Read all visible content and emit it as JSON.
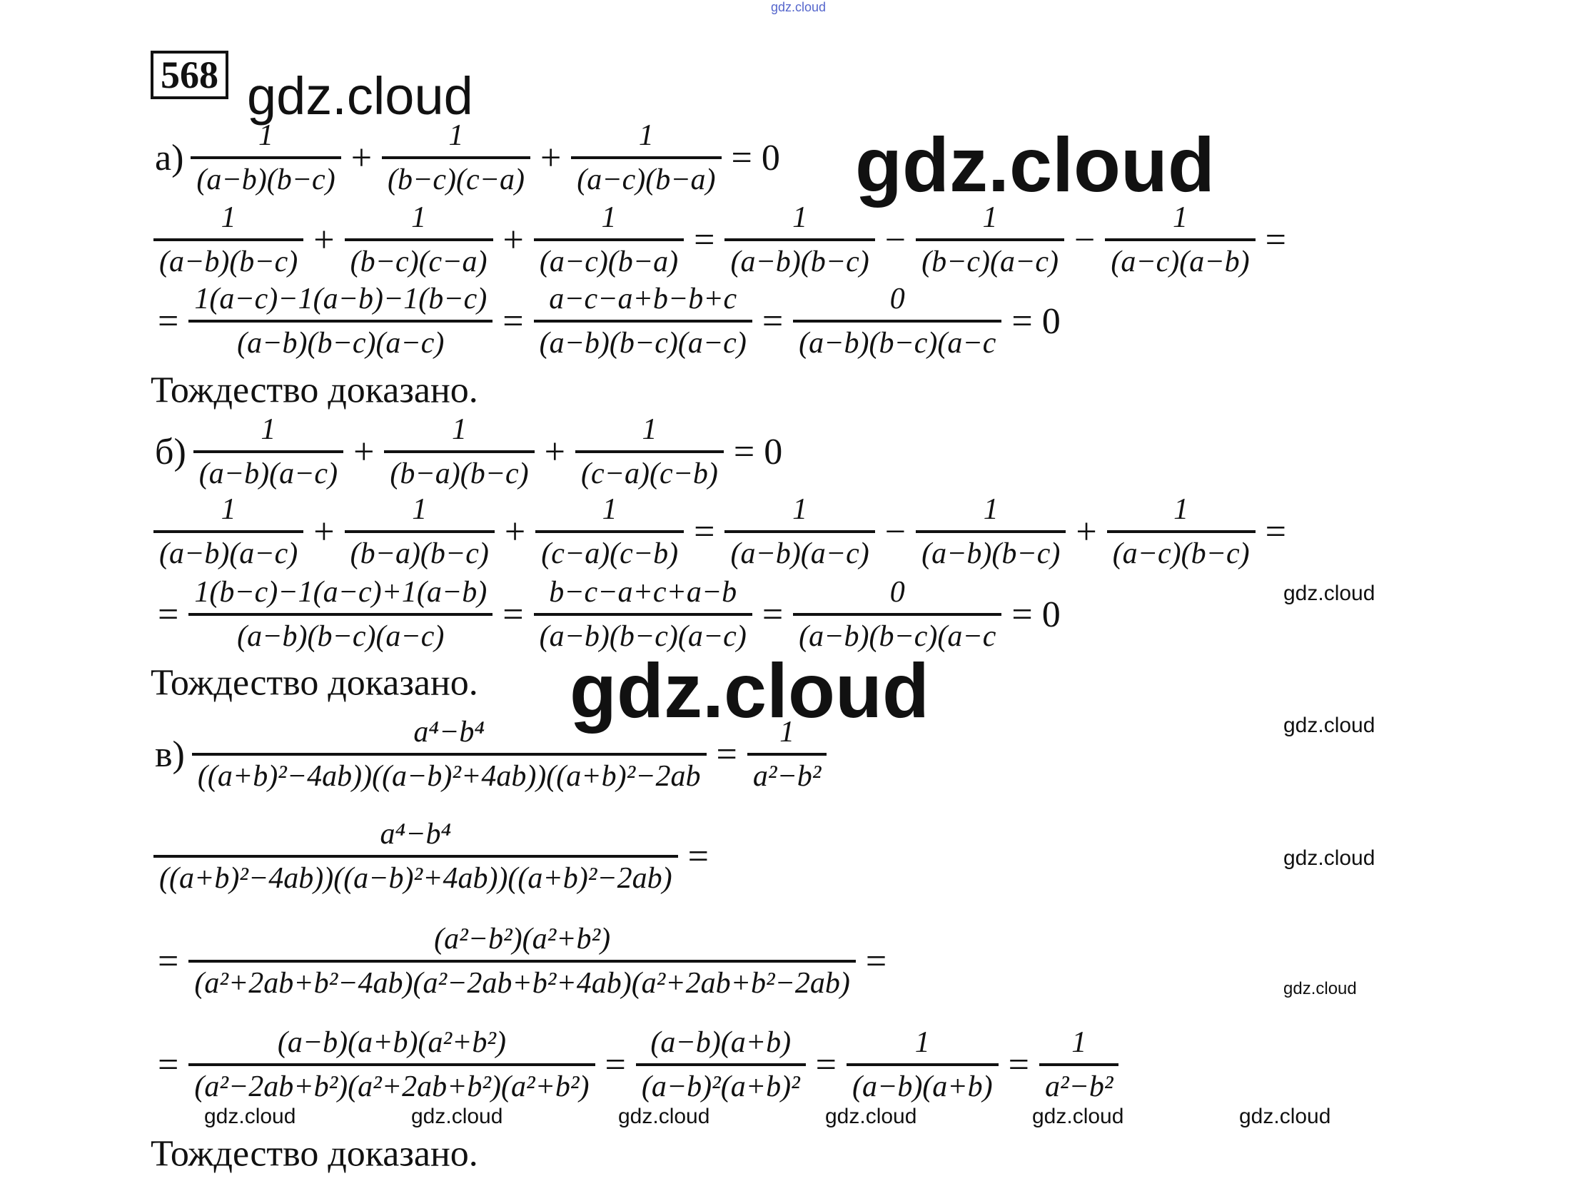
{
  "problem_number": "568",
  "proved_text": "Тождество доказано.",
  "watermark": "gdz.cloud",
  "lines": [
    {
      "items": [
        {
          "t": "а)"
        },
        {
          "n": "1",
          "d": "(a−b)(b−c)"
        },
        {
          "o": "+"
        },
        {
          "n": "1",
          "d": "(b−c)(c−a)"
        },
        {
          "o": "+"
        },
        {
          "n": "1",
          "d": "(a−c)(b−a)"
        },
        {
          "o": "= 0"
        }
      ]
    },
    {
      "items": [
        {
          "n": "1",
          "d": "(a−b)(b−c)"
        },
        {
          "o": "+"
        },
        {
          "n": "1",
          "d": "(b−c)(c−a)"
        },
        {
          "o": "+"
        },
        {
          "n": "1",
          "d": "(a−c)(b−a)"
        },
        {
          "o": "="
        },
        {
          "n": "1",
          "d": "(a−b)(b−c)"
        },
        {
          "o": "−"
        },
        {
          "n": "1",
          "d": "(b−c)(a−c)"
        },
        {
          "o": "−"
        },
        {
          "n": "1",
          "d": "(a−c)(a−b)"
        },
        {
          "o": "="
        }
      ]
    },
    {
      "items": [
        {
          "o": "="
        },
        {
          "n": "1(a−c)−1(a−b)−1(b−c)",
          "d": "(a−b)(b−c)(a−c)"
        },
        {
          "o": "="
        },
        {
          "n": "a−c−a+b−b+c",
          "d": "(a−b)(b−c)(a−c)"
        },
        {
          "o": "="
        },
        {
          "n": "0",
          "d": "(a−b)(b−c)(a−c"
        },
        {
          "o": "= 0"
        }
      ]
    },
    {
      "proved": true
    },
    {
      "items": [
        {
          "t": "б)"
        },
        {
          "n": "1",
          "d": "(a−b)(a−c)"
        },
        {
          "o": "+"
        },
        {
          "n": "1",
          "d": "(b−a)(b−c)"
        },
        {
          "o": "+"
        },
        {
          "n": "1",
          "d": "(c−a)(c−b)"
        },
        {
          "o": "= 0"
        }
      ]
    },
    {
      "items": [
        {
          "n": "1",
          "d": "(a−b)(a−c)"
        },
        {
          "o": "+"
        },
        {
          "n": "1",
          "d": "(b−a)(b−c)"
        },
        {
          "o": "+"
        },
        {
          "n": "1",
          "d": "(c−a)(c−b)"
        },
        {
          "o": "="
        },
        {
          "n": "1",
          "d": "(a−b)(a−c)"
        },
        {
          "o": "−"
        },
        {
          "n": "1",
          "d": "(a−b)(b−c)"
        },
        {
          "o": "+"
        },
        {
          "n": "1",
          "d": "(a−c)(b−c)"
        },
        {
          "o": "="
        }
      ]
    },
    {
      "items": [
        {
          "o": "="
        },
        {
          "n": "1(b−c)−1(a−c)+1(a−b)",
          "d": "(a−b)(b−c)(a−c)"
        },
        {
          "o": "="
        },
        {
          "n": "b−c−a+c+a−b",
          "d": "(a−b)(b−c)(a−c)"
        },
        {
          "o": "="
        },
        {
          "n": "0",
          "d": "(a−b)(b−c)(a−c"
        },
        {
          "o": "= 0"
        }
      ]
    },
    {
      "proved": true
    },
    {
      "items": [
        {
          "t": "в)"
        },
        {
          "n": "a⁴−b⁴",
          "d": "((a+b)²−4ab))((a−b)²+4ab))((a+b)²−2ab"
        },
        {
          "o": "="
        },
        {
          "n": "1",
          "d": "a²−b²"
        }
      ]
    },
    {
      "items": [
        {
          "n": "a⁴−b⁴",
          "d": "((a+b)²−4ab))((a−b)²+4ab))((a+b)²−2ab)"
        },
        {
          "o": "="
        }
      ]
    },
    {
      "items": [
        {
          "o": "="
        },
        {
          "n": "(a²−b²)(a²+b²)",
          "d": "(a²+2ab+b²−4ab)(a²−2ab+b²+4ab)(a²+2ab+b²−2ab)"
        },
        {
          "o": "="
        }
      ]
    },
    {
      "items": [
        {
          "o": "="
        },
        {
          "n": "(a−b)(a+b)(a²+b²)",
          "d": "(a²−2ab+b²)(a²+2ab+b²)(a²+b²)"
        },
        {
          "o": "="
        },
        {
          "n": "(a−b)(a+b)",
          "d": "(a−b)²(a+b)²"
        },
        {
          "o": "="
        },
        {
          "n": "1",
          "d": "(a−b)(a+b)"
        },
        {
          "o": "="
        },
        {
          "n": "1",
          "d": "a²−b²"
        }
      ]
    },
    {
      "proved": true
    }
  ]
}
